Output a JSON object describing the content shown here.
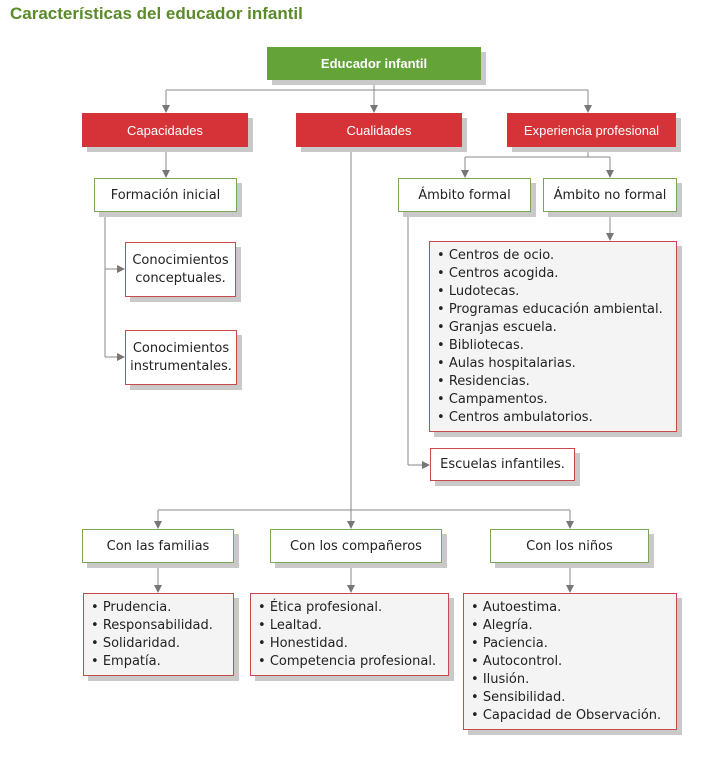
{
  "title": "Características del educador infantil",
  "root": "Educador infantil",
  "categories": {
    "capacidades": "Capacidades",
    "cualidades": "Cualidades",
    "experiencia": "Experiencia profesional"
  },
  "capacidades": {
    "formacion": "Formación inicial",
    "conceptuales": "Conocimientos conceptuales.",
    "instrumentales": "Conocimientos instrumentales."
  },
  "experiencia": {
    "formal": "Ámbito formal",
    "no_formal": "Ámbito no formal",
    "no_formal_items": [
      "Centros de ocio.",
      "Centros acogida.",
      "Ludotecas.",
      "Programas educación ambiental.",
      "Granjas escuela.",
      "Bibliotecas.",
      "Aulas hospitalarias.",
      "Residencias.",
      "Campamentos.",
      "Centros ambulatorios."
    ],
    "formal_item": "Escuelas infantiles."
  },
  "cualidades": {
    "familias": "Con las familias",
    "companeros": "Con los compañeros",
    "ninos": "Con los niños",
    "familias_items": [
      "Prudencia.",
      "Responsabilidad.",
      "Solidaridad.",
      "Empatía."
    ],
    "companeros_items": [
      "Ética profesional.",
      "Lealtad.",
      "Honestidad.",
      "Competencia profesional."
    ],
    "ninos_items": [
      "Autoestima.",
      "Alegría.",
      "Paciencia.",
      "Autocontrol.",
      "Ilusión.",
      "Sensibilidad.",
      "Capacidad de Observación."
    ]
  }
}
